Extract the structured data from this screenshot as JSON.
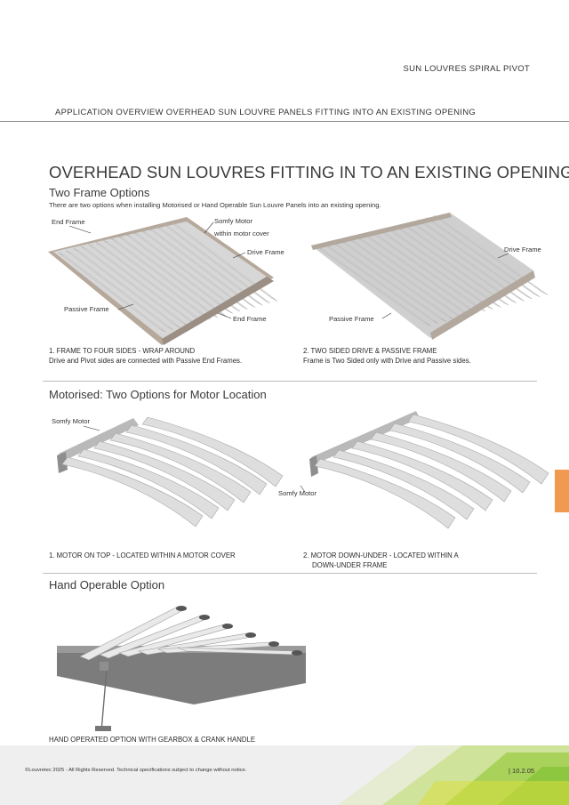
{
  "header": {
    "brand": "SUN LOUVRES  SPIRAL PIVOT",
    "overview": "APPLICATION OVERVIEW OVERHEAD SUN LOUVRE PANELS FITTING INTO AN EXISTING OPENING"
  },
  "main": {
    "title": "OVERHEAD SUN LOUVRES FITTING IN TO AN EXISTING OPENING"
  },
  "two_frame": {
    "heading": "Two Frame Options",
    "intro": "There are two options when installing Motorised or Hand Operable Sun Louvre Panels into an existing opening.",
    "left_labels": {
      "end_frame_top": "End Frame",
      "somfy_motor": "Somfy Motor",
      "within_motor_cover": "within motor cover",
      "drive_frame": "Drive Frame",
      "passive_frame": "Passive Frame",
      "end_frame_bottom": "End Frame"
    },
    "right_labels": {
      "drive_frame": "Drive Frame",
      "passive_frame": "Passive Frame"
    },
    "option1": {
      "title": "1. FRAME TO FOUR SIDES - WRAP AROUND",
      "desc": "Drive and Pivot sides are connected with Passive End Frames."
    },
    "option2": {
      "title": "2. TWO SIDED DRIVE & PASSIVE FRAME",
      "desc": "Frame is Two Sided only with Drive and Passive sides."
    }
  },
  "motorised": {
    "heading": "Motorised: Two Options for Motor Location",
    "left_label": "Somfy Motor",
    "right_label": "Somfy Motor",
    "option1": "1. MOTOR ON TOP - LOCATED WITHIN A MOTOR COVER",
    "option2_line1": "2. MOTOR DOWN-UNDER - LOCATED WITHIN A",
    "option2_line2": "DOWN-UNDER FRAME"
  },
  "hand": {
    "heading": "Hand Operable Option",
    "caption": "HAND OPERATED OPTION WITH GEARBOX & CRANK HANDLE"
  },
  "footer": {
    "copyright": "©Louvretec 2025  -  All Rights Reserved. Technical specifications subject to change without notice.",
    "page": "|  10.2.05"
  },
  "colors": {
    "accent_tab": "#ef9a4e",
    "footer_green": "#8dc63f",
    "footer_yellow": "#d8df3c"
  }
}
